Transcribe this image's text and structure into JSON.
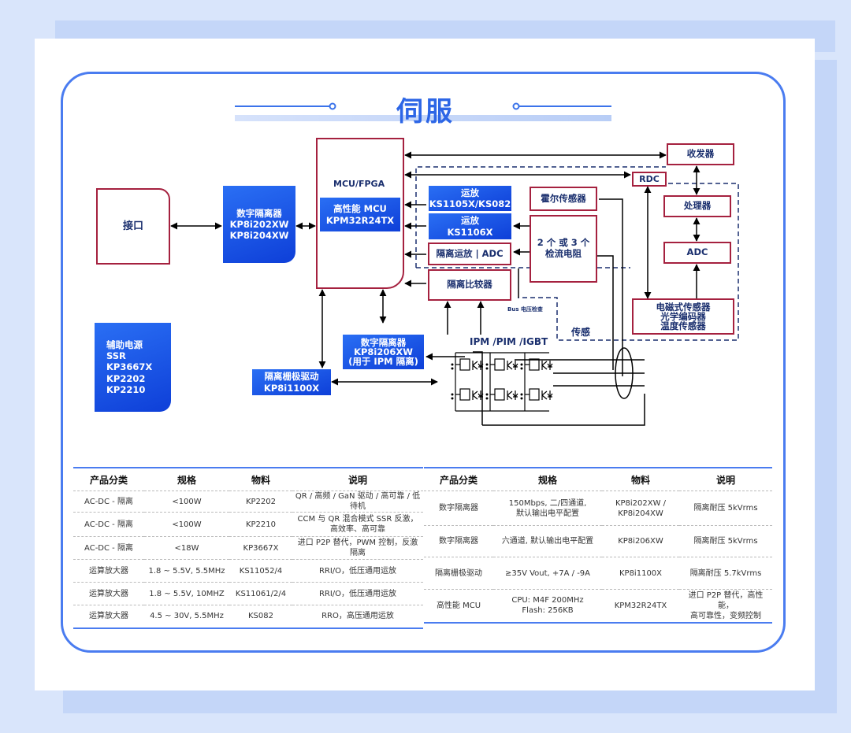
{
  "title": "伺服",
  "blocks": {
    "interface": "接口",
    "iso_digital_1": [
      "数字隔离器",
      "KP8i202XW",
      "KP8i204XW"
    ],
    "mcu_label": "MCU/FPGA",
    "mcu_inner": [
      "高性能 MCU",
      "KPM32R24TX"
    ],
    "opamp1": [
      "运放",
      "KS1105X/KS082"
    ],
    "opamp2": [
      "运放",
      "KS1106X"
    ],
    "iso_opamp_adc": "隔离运放 | ADC",
    "iso_comparator": "隔离比较器",
    "hall_sensor": "霍尔传感器",
    "shunt": [
      "2 个 或 3 个",
      "检流电阻"
    ],
    "transceiver": "收发器",
    "rdc": "RDC",
    "processor": "处理器",
    "adc": "ADC",
    "sensors": [
      "电磁式传感器",
      "光学编码器",
      "温度传感器"
    ],
    "sensing_label": "传感",
    "bus_check": "Bus 电压检查",
    "power_stage": "IPM /PIM /IGBT",
    "iso_digital_2": [
      "数字隔离器",
      "KP8i206XW",
      "(用于 IPM 隔离)"
    ],
    "gate_driver": [
      "隔离栅极驱动",
      "KP8i1100X"
    ],
    "aux_power": [
      "辅助电源",
      "SSR",
      "KP3667X",
      "KP2202",
      "KP2210"
    ]
  },
  "table_left": {
    "headers": [
      "产品分类",
      "规格",
      "物料",
      "说明"
    ],
    "rows": [
      [
        "AC-DC - 隔离",
        "<100W",
        "KP2202",
        "QR / 高频 / GaN 驱动 / 高可靠 / 低待机"
      ],
      [
        "AC-DC - 隔离",
        "<100W",
        "KP2210",
        "CCM 与 QR 混合模式 SSR 反激，\n高效率、高可靠"
      ],
      [
        "AC-DC - 隔离",
        "<18W",
        "KP3667X",
        "进口 P2P 替代，PWM 控制，反激隔离"
      ],
      [
        "运算放大器",
        "1.8 ~ 5.5V, 5.5MHz",
        "KS11052/4",
        "RRI/O，低压通用运放"
      ],
      [
        "运算放大器",
        "1.8 ~ 5.5V, 10MHZ",
        "KS11061/2/4",
        "RRI/O，低压通用运放"
      ],
      [
        "运算放大器",
        "4.5 ~ 30V, 5.5MHz",
        "KS082",
        "RRO，高压通用运放"
      ]
    ]
  },
  "table_right": {
    "headers": [
      "产品分类",
      "规格",
      "物料",
      "说明"
    ],
    "rows": [
      [
        "数字隔离器",
        "150Mbps, 二/四通道,\n默认输出电平配置",
        "KP8i202XW /\nKP8i204XW",
        "隔离耐压 5kVrms"
      ],
      [
        "数字隔离器",
        "六通道, 默认输出电平配置",
        "KP8i206XW",
        "隔离耐压 5kVrms"
      ],
      [
        "隔离栅极驱动",
        "≥35V Vout, +7A / -9A",
        "KP8i1100X",
        "隔离耐压 5.7kVrms"
      ],
      [
        "高性能 MCU",
        "CPU: M4F 200MHz\nFlash: 256KB",
        "KPM32R24TX",
        "进口 P2P 替代，高性能，\n高可靠性，变频控制"
      ]
    ]
  },
  "colors": {
    "accent_blue": "#2d66e6",
    "block_red": "#a5213f",
    "text_navy": "#1a2f6e"
  }
}
